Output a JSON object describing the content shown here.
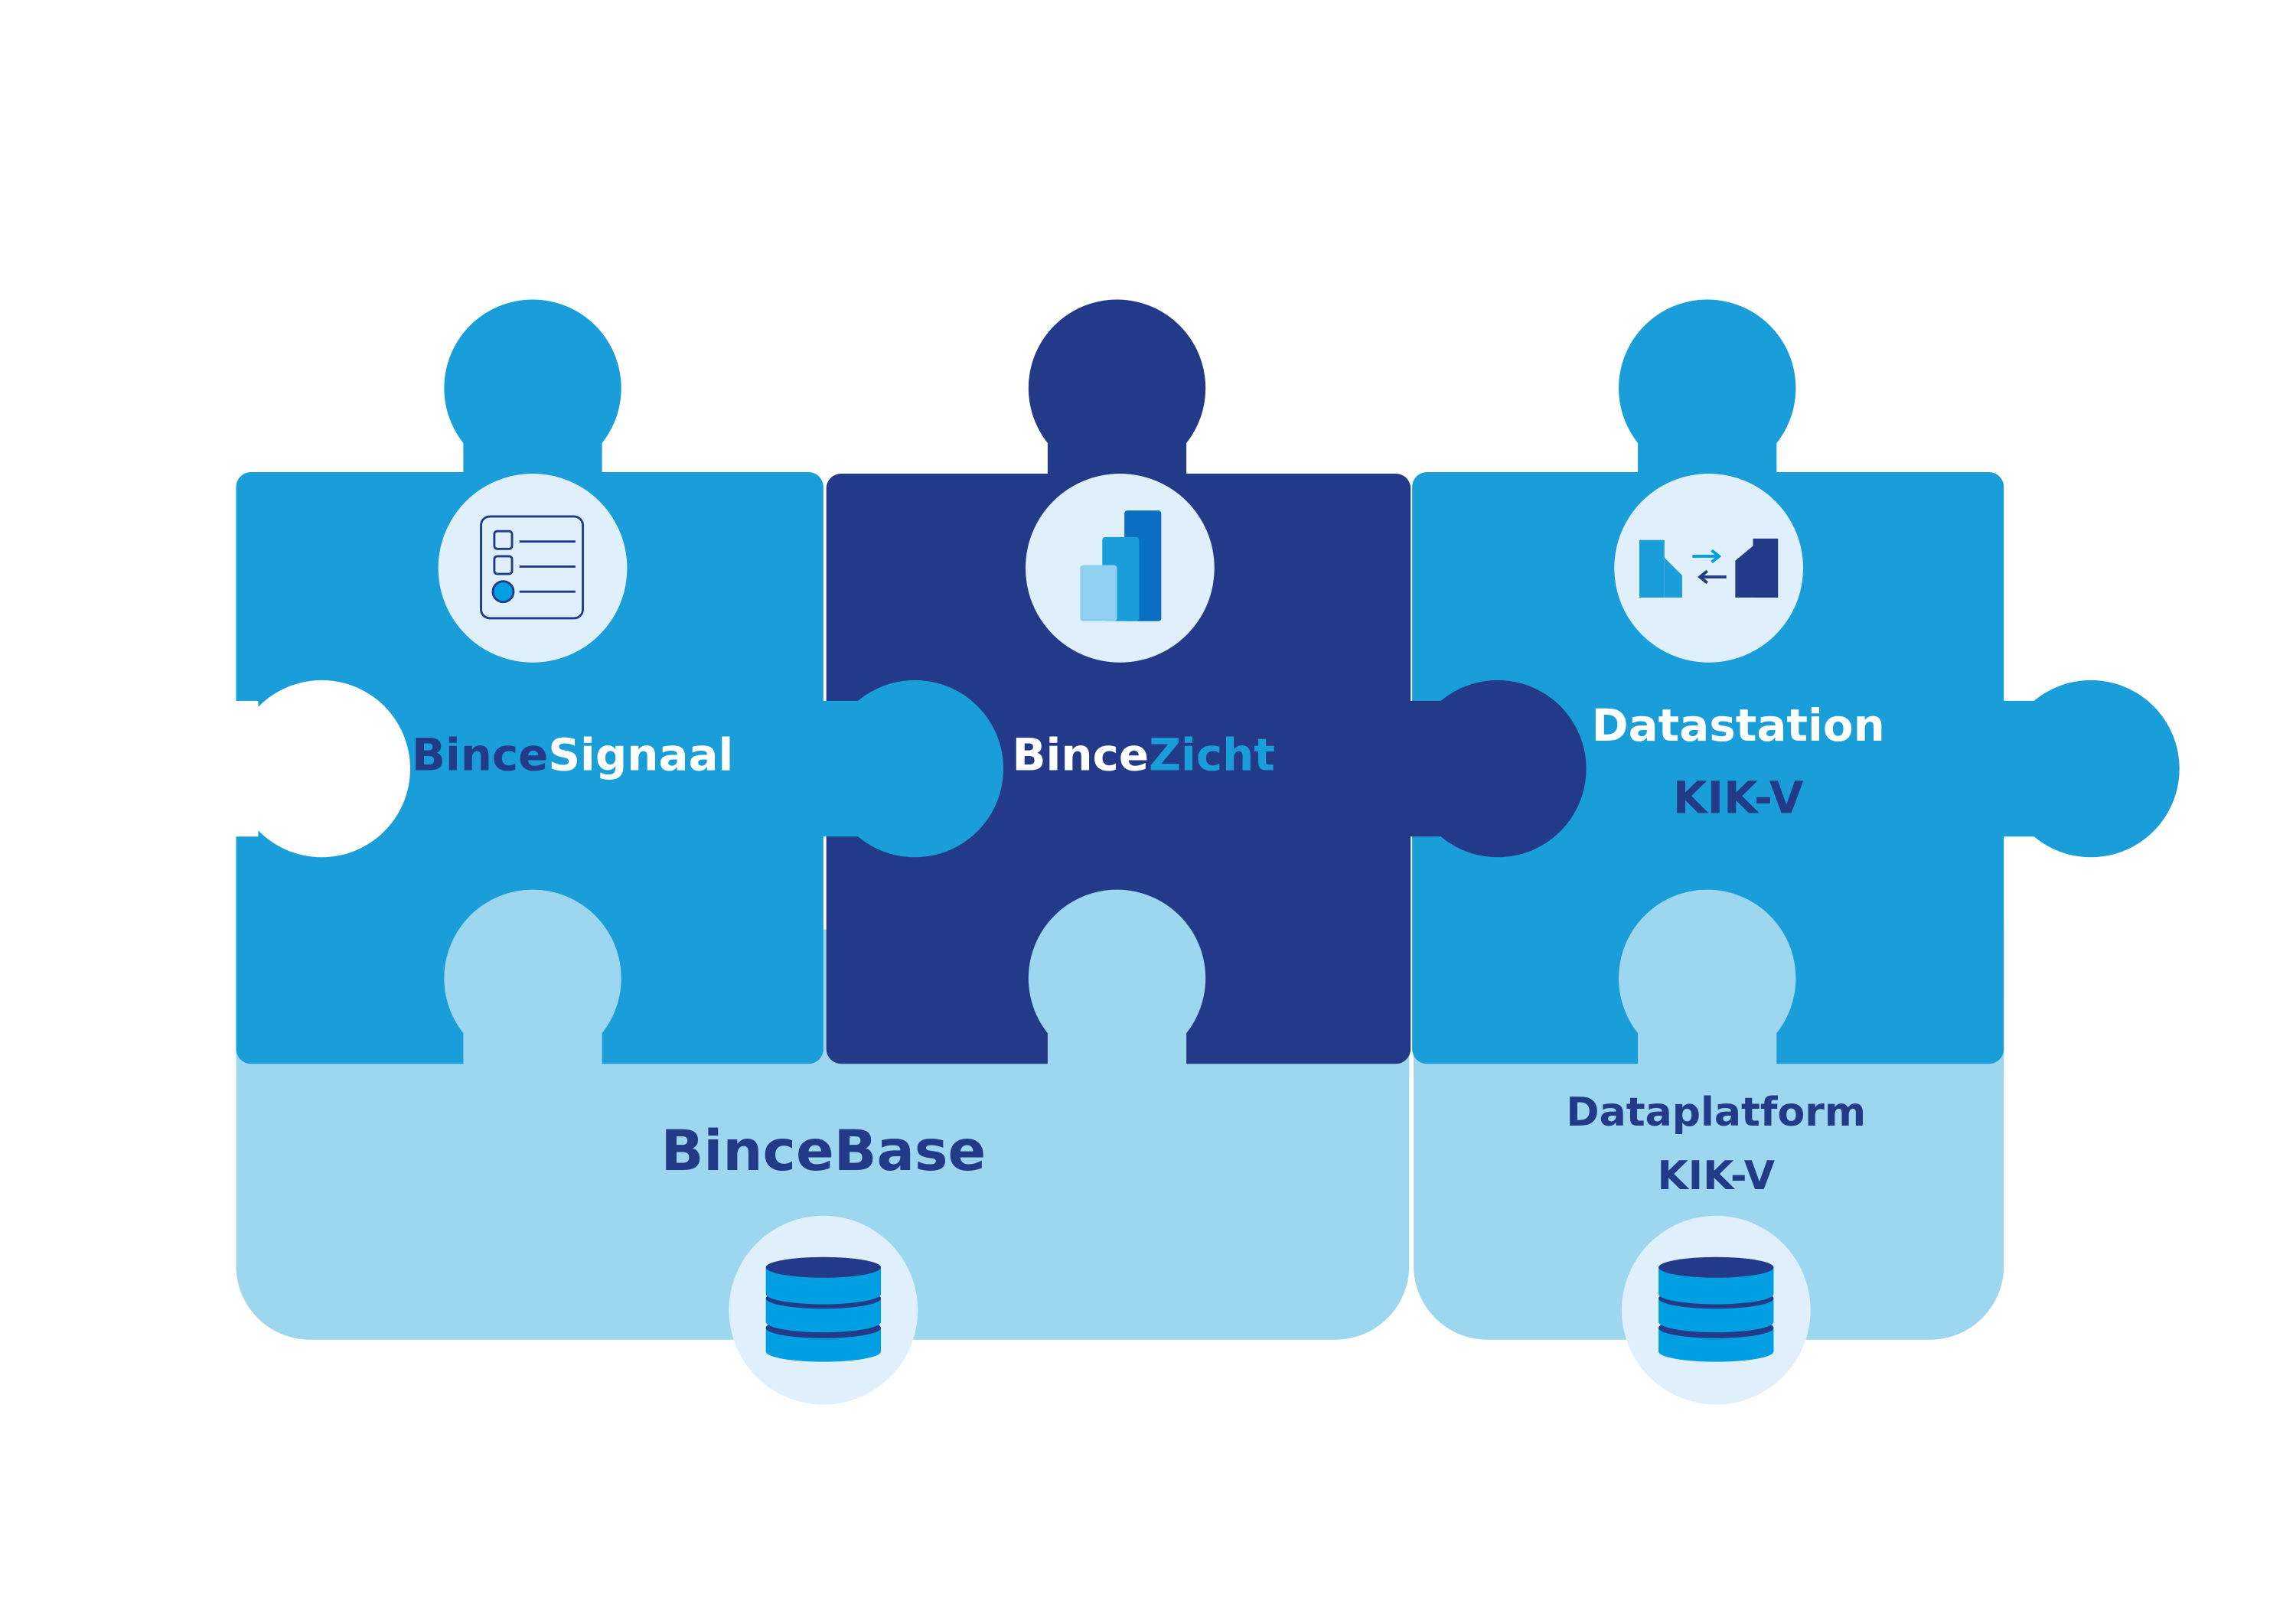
{
  "colors": {
    "light_blue": "#1a9ed9",
    "navy": "#233a88",
    "pale_blue": "#9dd6ef",
    "icon_circle": "#dff0fc",
    "db_blue": "#009fe3"
  },
  "pieces": {
    "signaal": {
      "prefix": "Bince",
      "suffix": "Signaal",
      "icon": "checklist-icon"
    },
    "zicht": {
      "prefix": "Bince",
      "suffix": "Zicht",
      "icon": "bar-chart-icon"
    },
    "datastation": {
      "line1": "Datastation",
      "line2": "KIK-V",
      "icon": "buildings-exchange-icon"
    },
    "base": {
      "label": "BinceBase",
      "icon": "database-icon"
    },
    "dataplatform": {
      "line1": "Dataplatform",
      "line2": "KIK-V",
      "icon": "database-icon"
    }
  }
}
